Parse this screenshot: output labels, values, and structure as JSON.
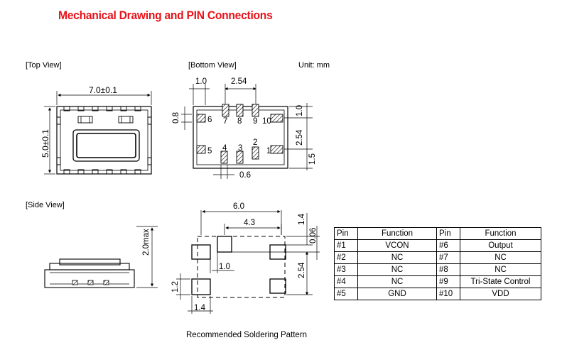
{
  "title": "Mechanical Drawing and PIN Connections",
  "views": {
    "top": "[Top View]",
    "bottom": "[Bottom View]",
    "side": "[Side View]",
    "unit": "Unit: mm"
  },
  "dims": {
    "top_width": "7.0±0.1",
    "top_height": "5.0±0.1",
    "b_10": "1.0",
    "b_254": "2.54",
    "b_08": "0.8",
    "b_r10": "1.0",
    "b_r254": "2.54",
    "b_r15": "1.5",
    "b_06": "0.6",
    "side_height": "2.0max",
    "s_60": "6.0",
    "s_43": "4.3",
    "s_14": "1.4",
    "s_006": "0.06",
    "s_254": "2.54",
    "s_10": "1.0",
    "s_12": "1.2",
    "s_14b": "1.4"
  },
  "bottom_pins": {
    "p6": "6",
    "p7": "7",
    "p8": "8",
    "p9": "9",
    "p10": "10",
    "p5": "5",
    "p4": "4",
    "p3": "3",
    "p2": "2",
    "p1": "1"
  },
  "pin_table": {
    "headers": [
      "Pin",
      "Function",
      "Pin",
      "Function"
    ],
    "rows": [
      [
        "#1",
        "VCON",
        "#6",
        "Output"
      ],
      [
        "#2",
        "NC",
        "#7",
        "NC"
      ],
      [
        "#3",
        "NC",
        "#8",
        "NC"
      ],
      [
        "#4",
        "NC",
        "#9",
        "Tri-State Control"
      ],
      [
        "#5",
        "GND",
        "#10",
        "VDD"
      ]
    ]
  },
  "caption": "Recommended Soldering Pattern"
}
